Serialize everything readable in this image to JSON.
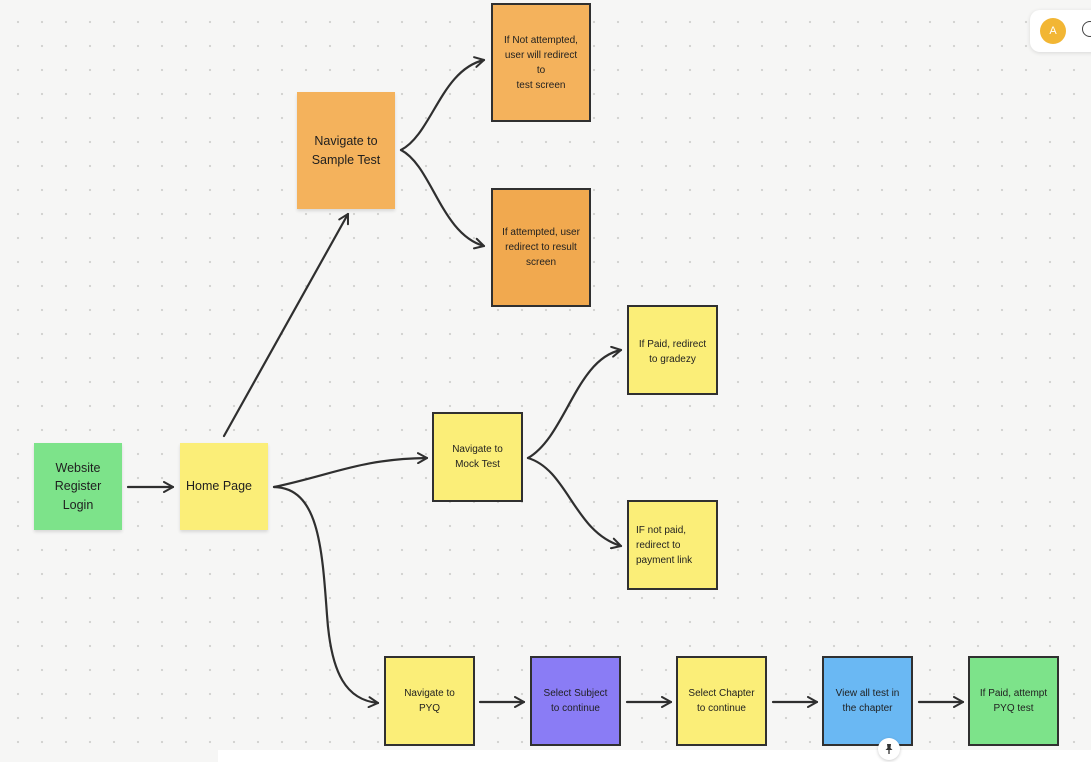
{
  "diagram": {
    "nodes": {
      "website": "Website\nRegister\nLogin",
      "home": "Home Page",
      "sample_test": "Navigate to\nSample Test",
      "not_attempted": "If Not attempted,\nuser will redirect to\ntest screen",
      "attempted": "If attempted, user\nredirect to result\nscreen",
      "mock_test": "Navigate to\nMock Test",
      "paid": "If Paid, redirect\nto gradezy",
      "not_paid": "IF not paid,\nredirect to\npayment link",
      "pyq": "Navigate to PYQ",
      "subject": "Select Subject\nto continue",
      "chapter": "Select Chapter\nto continue",
      "view_all": "View all test in\nthe chapter",
      "attempt_pyq": "If Paid, attempt\nPYQ test"
    },
    "colors": {
      "orange": "#f4b25c",
      "yellow": "#fbee78",
      "green": "#7de38a",
      "purple": "#8a7cf5",
      "blue": "#6ab8f3",
      "arrow": "#2f2f2f"
    }
  },
  "toolbar": {
    "avatar_initial": "A",
    "icons": [
      "avatar-icon",
      "circle-icon",
      "pin-icon"
    ]
  }
}
